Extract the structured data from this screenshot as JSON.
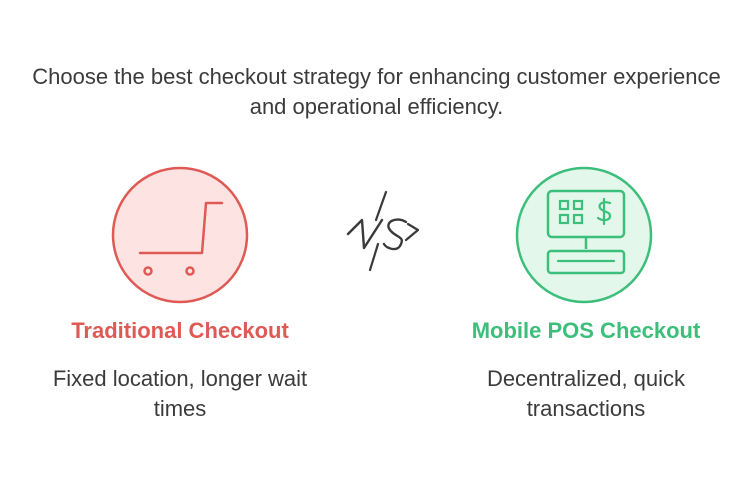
{
  "heading": "Choose the best checkout strategy for enhancing customer experience and operational efficiency.",
  "colors": {
    "traditional_fill": "#fde4e2",
    "traditional_stroke": "#e05a55",
    "mobile_fill": "#e3f7ea",
    "mobile_stroke": "#3cbf7a",
    "text": "#3b3b3b"
  },
  "options": [
    {
      "title": "Traditional Checkout",
      "description": "Fixed location, longer wait times",
      "icon": "shopping-cart-icon"
    },
    {
      "title": "Mobile POS Checkout",
      "description": "Decentralized, quick transactions",
      "icon": "pos-terminal-icon"
    }
  ],
  "versus_icon": "vs-lightning-icon"
}
